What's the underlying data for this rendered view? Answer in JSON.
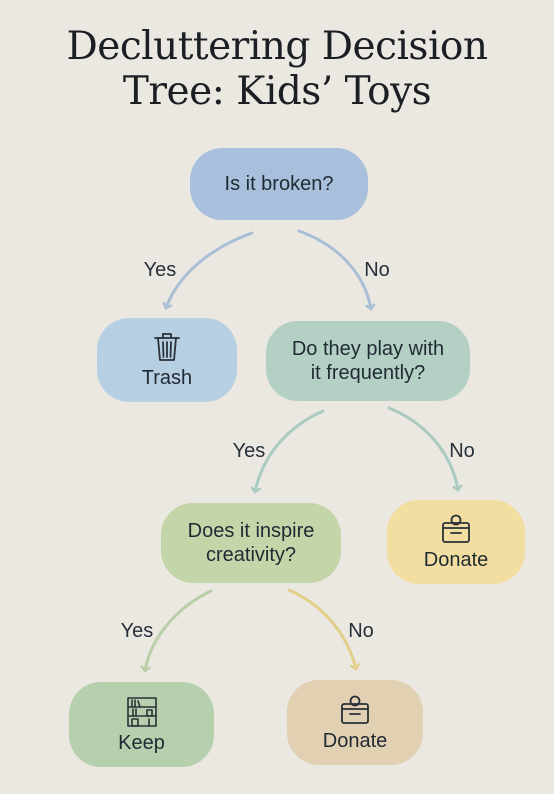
{
  "title": {
    "line1": "Decluttering Decision",
    "line2": "Tree: Kids’ Toys"
  },
  "nodes": {
    "broken": {
      "text": "Is it broken?"
    },
    "trash": {
      "text": "Trash",
      "icon": "trash-can-icon"
    },
    "play": {
      "line1": "Do they play with",
      "line2": "it frequently?"
    },
    "inspire": {
      "line1": "Does it inspire",
      "line2": "creativity?"
    },
    "donate_1": {
      "text": "Donate",
      "icon": "donation-box-icon"
    },
    "keep": {
      "text": "Keep",
      "icon": "bookshelf-icon"
    },
    "donate_2": {
      "text": "Donate",
      "icon": "donation-box-icon"
    }
  },
  "edges": {
    "broken_yes": "Yes",
    "broken_no": "No",
    "play_yes": "Yes",
    "play_no": "No",
    "inspire_yes": "Yes",
    "inspire_no": "No"
  },
  "colors": {
    "background": "#ebe7e1",
    "question_blue": "#a9c0dc",
    "trash_blue": "#b7cfe3",
    "play_teal": "#b4cfc4",
    "inspire_green": "#c3d5a9",
    "donate_yellow": "#f2dea0",
    "keep_green": "#b6d0ae",
    "donate_tan": "#e2d0b2",
    "arrow_blue": "#a9bfd6",
    "arrow_teal": "#a9cbc1",
    "arrow_green": "#b9cfa8",
    "arrow_yellow": "#e2cf8a"
  }
}
